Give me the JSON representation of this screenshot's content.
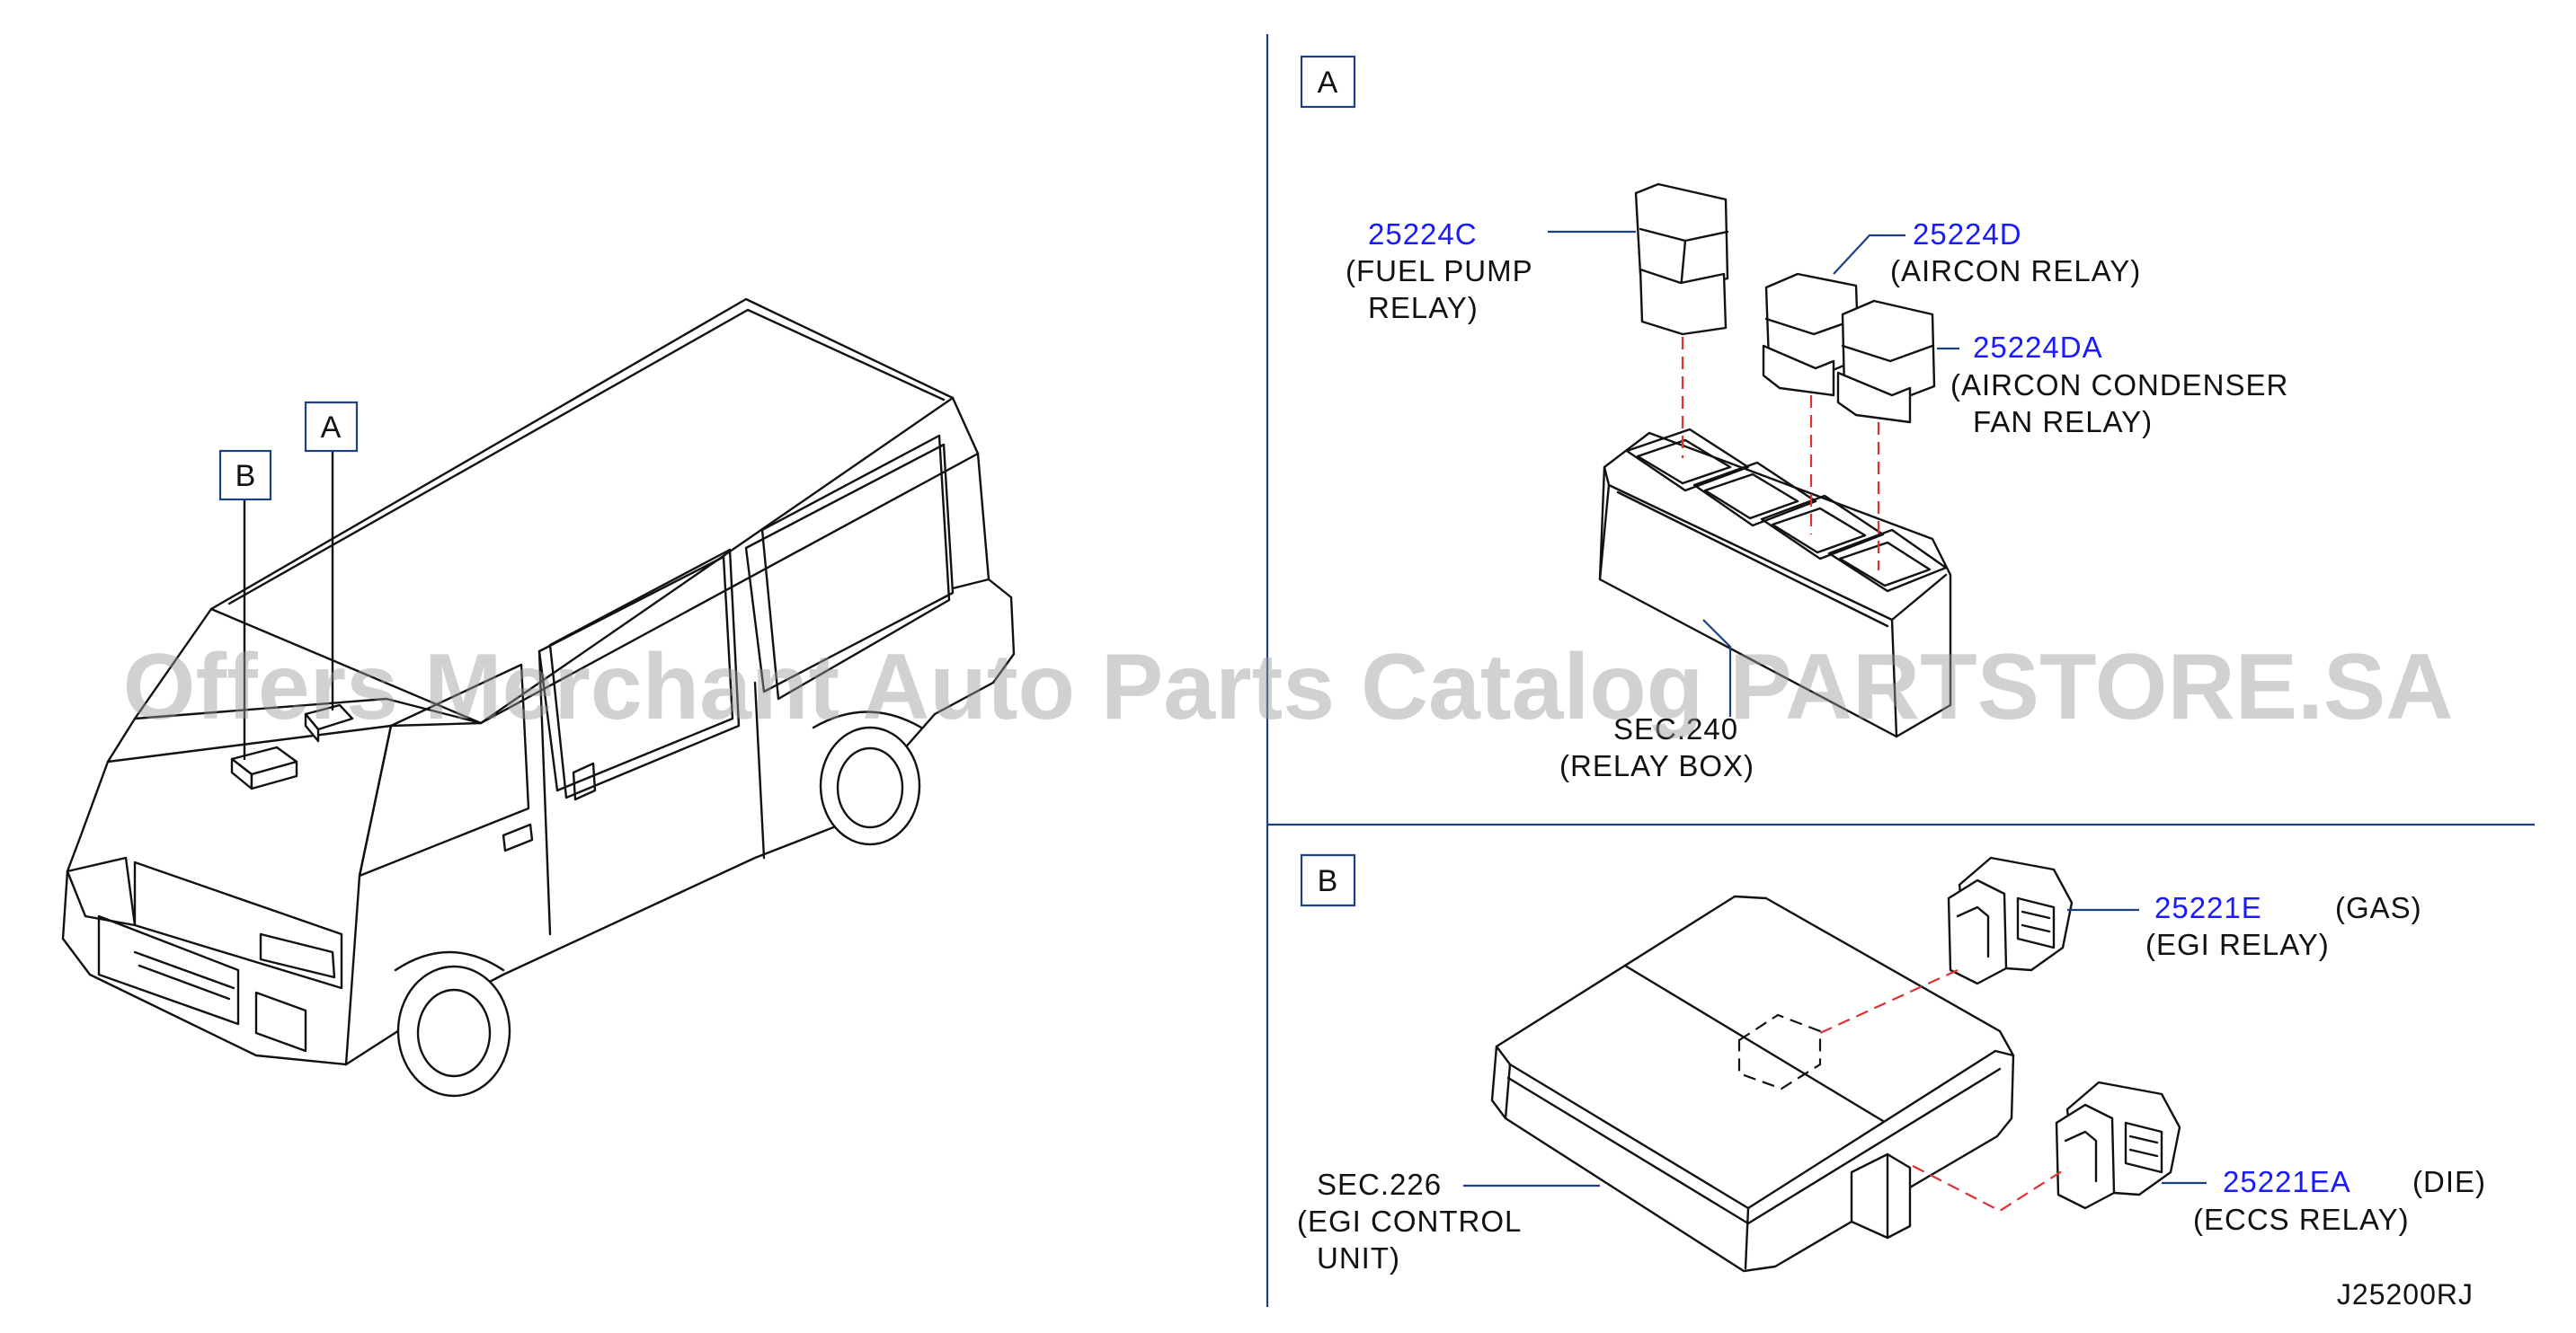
{
  "watermark": "Offers Merchant Auto Parts Catalog PARTSTORE.SA",
  "diagram_ref": "J25200RJ",
  "vehicle_callouts": {
    "a": "A",
    "b": "B"
  },
  "panel_a": {
    "letter": "A",
    "parts": [
      {
        "part_no": "25224C",
        "line1": "(FUEL  PUMP",
        "line2": "RELAY)"
      },
      {
        "part_no": "25224D",
        "line1": "(AIRCON  RELAY)",
        "line2": ""
      },
      {
        "part_no": "25224DA",
        "line1": "(AIRCON  CONDENSER",
        "line2": "FAN  RELAY)"
      }
    ],
    "section": {
      "line1": "SEC.240",
      "line2": "(RELAY  BOX)"
    }
  },
  "panel_b": {
    "letter": "B",
    "parts": [
      {
        "part_no": "25221E",
        "variant": "(GAS)",
        "line1": "(EGI  RELAY)"
      },
      {
        "part_no": "25221EA",
        "variant": "(DIE)",
        "line1": "(ECCS  RELAY)"
      }
    ],
    "section": {
      "line1": "SEC.226",
      "line2": "(EGI  CONTROL",
      "line3": "UNIT)"
    }
  }
}
